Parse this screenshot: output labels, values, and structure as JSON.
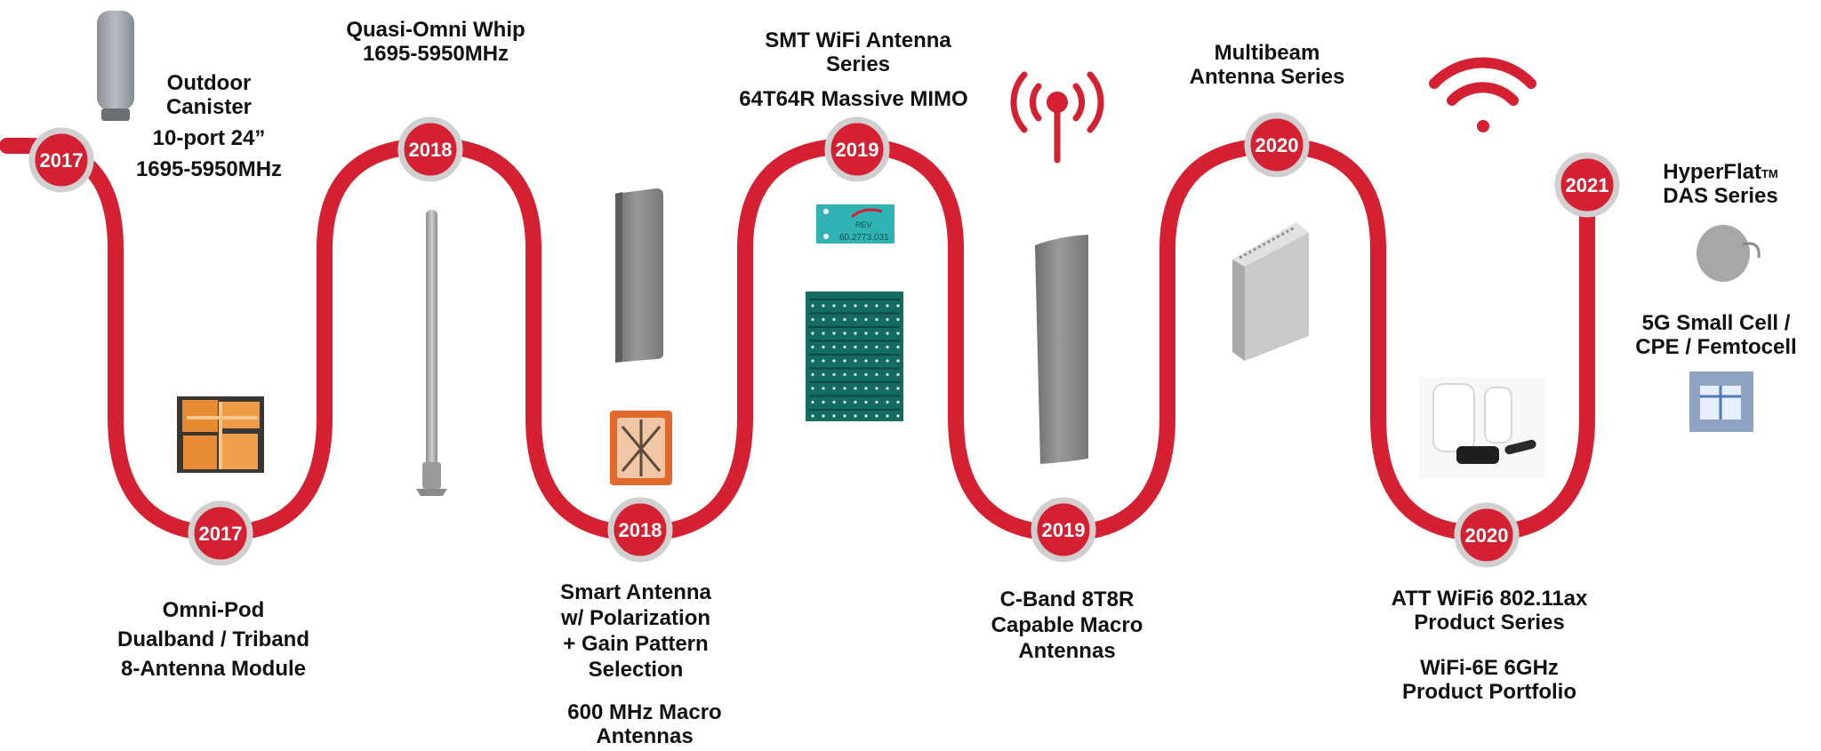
{
  "brand_colors": {
    "primary_red": "#D42030",
    "ring_grey": "#CFCFCF",
    "text": "#111111"
  },
  "timeline_nodes": [
    {
      "year": "2017"
    },
    {
      "year": "2017"
    },
    {
      "year": "2018"
    },
    {
      "year": "2018"
    },
    {
      "year": "2019"
    },
    {
      "year": "2019"
    },
    {
      "year": "2020"
    },
    {
      "year": "2020"
    },
    {
      "year": "2021"
    }
  ],
  "milestones": {
    "outdoor_canister": [
      "Outdoor",
      "Canister",
      "10-port 24”",
      "1695-5950MHz"
    ],
    "omni_pod": [
      "Omni-Pod",
      "Dualband / Triband",
      "8-Antenna Module"
    ],
    "quasi_omni": [
      "Quasi-Omni Whip",
      "1695-5950MHz"
    ],
    "smart_antenna": [
      "Smart Antenna",
      "w/ Polarization",
      "+ Gain Pattern",
      "Selection"
    ],
    "macro_600": [
      "600 MHz Macro",
      "Antennas"
    ],
    "smt_wifi": [
      "SMT WiFi Antenna",
      "Series"
    ],
    "massive_mimo": [
      "64T64R Massive MIMO"
    ],
    "cband": [
      "C-Band 8T8R",
      "Capable Macro",
      "Antennas"
    ],
    "multibeam": [
      "Multibeam",
      "Antenna Series"
    ],
    "att_wifi6": [
      "ATT WiFi6 802.11ax",
      "Product Series"
    ],
    "wifi6e": [
      "WiFi-6E 6GHz",
      "Product Portfolio"
    ],
    "hyperflat": {
      "name": "HyperFlat",
      "trademark": "TM",
      "line2": "DAS Series"
    },
    "small_cell": [
      "5G Small Cell /",
      "CPE / Femtocell"
    ]
  },
  "board_label": {
    "line1": "REV",
    "line2": "60.2773.031"
  },
  "icons": [
    "outdoor-canister-icon",
    "omni-pod-module-icon",
    "quasi-omni-whip-icon",
    "smart-antenna-panel-icon",
    "600mhz-module-icon",
    "smt-wifi-board-icon",
    "massive-mimo-array-icon",
    "radio-tower-icon",
    "cband-macro-antenna-icon",
    "multibeam-antenna-icon",
    "wifi-icon",
    "att-wifi6-products-icon",
    "hyperflat-das-icon",
    "small-cell-icon"
  ]
}
